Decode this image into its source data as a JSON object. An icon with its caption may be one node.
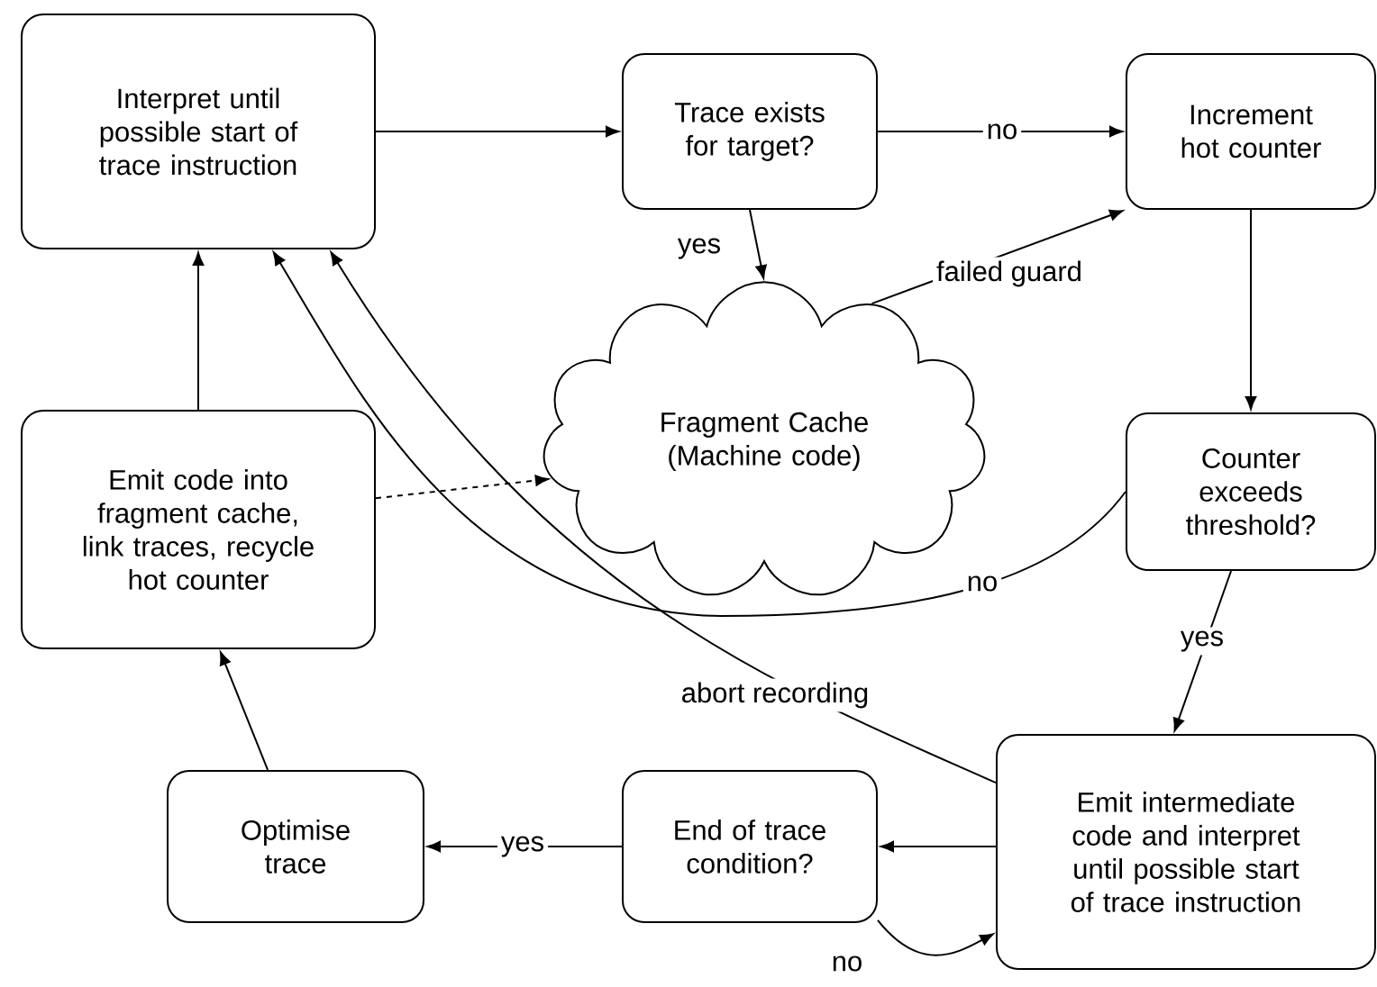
{
  "diagram": {
    "nodes": [
      {
        "text": [
          "Interpret until possible start of trace instruction"
        ]
      },
      {
        "text": [
          "Trace exists for target?"
        ]
      },
      {
        "text": [
          "Increment hot counter"
        ]
      },
      {
        "text": [
          "Fragment Cache (Machine code)"
        ]
      },
      {
        "text": [
          "Emit code into fragment cache, link traces, recycle hot counter"
        ]
      },
      {
        "text": [
          "Counter exceeds threshold?"
        ]
      },
      {
        "text": [
          "Emit intermediate code and interpret until possible start of trace instruction"
        ]
      },
      {
        "text": [
          "End of trace condition?"
        ]
      },
      {
        "text": [
          "Optimise trace"
        ]
      }
    ],
    "edges": [
      {
        "from": 0,
        "to": 1,
        "arrow": "to"
      },
      {
        "from": 1,
        "to": 2,
        "arrow": "to",
        "label": "no"
      },
      {
        "from": 1,
        "to": 3,
        "arrow": "to",
        "label": "yes"
      },
      {
        "from": 3,
        "to": 2,
        "arrow": "to",
        "label": "failed guard"
      },
      {
        "from": 2,
        "to": 5,
        "arrow": "to"
      },
      {
        "from": 5,
        "to": 0,
        "arrow": "to",
        "label": "no"
      },
      {
        "from": 5,
        "to": 6,
        "arrow": "to",
        "label": "yes"
      },
      {
        "from": 6,
        "to": 0,
        "arrow": "to",
        "label": "abort recording"
      },
      {
        "from": 6,
        "to": 7,
        "arrow": "to"
      },
      {
        "from": 7,
        "to": 6,
        "arrow": "to",
        "label": "no"
      },
      {
        "from": 7,
        "to": 8,
        "arrow": "to",
        "label": "yes"
      },
      {
        "from": 8,
        "to": 4,
        "arrow": "to"
      },
      {
        "from": 4,
        "to": 0,
        "arrow": "to"
      },
      {
        "from": 4,
        "to": 3,
        "arrow": "to",
        "style": "dashed"
      }
    ]
  }
}
